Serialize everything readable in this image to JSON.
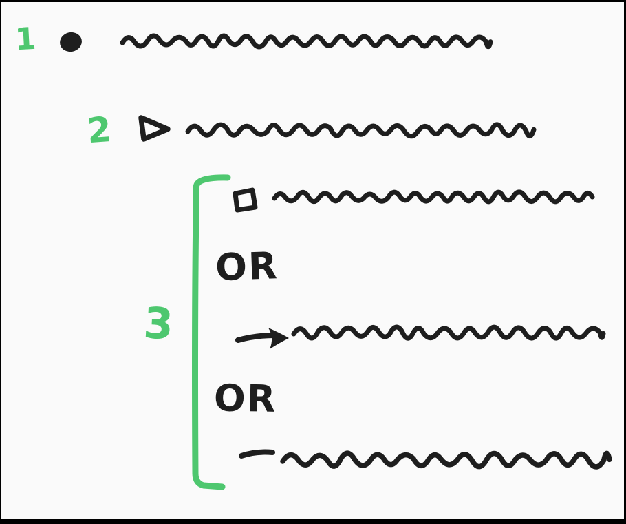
{
  "sketch": {
    "background_color": "#fafafa",
    "ink_color": "#1e1e1e",
    "accent_green": "#4ec76f",
    "frame_color": "#000000",
    "items": [
      {
        "number": "1",
        "marker_icon": "bullet-dot-icon",
        "content": "scribble-text-line"
      },
      {
        "number": "2",
        "marker_icon": "triangle-play-icon",
        "content": "scribble-text-line"
      },
      {
        "number": "3",
        "group_shape": "green-bracket",
        "separator_labels": [
          "OR",
          "OR"
        ],
        "options": [
          {
            "marker_icon": "square-icon",
            "content": "scribble-text-line"
          },
          {
            "marker_icon": "arrow-right-icon",
            "content": "scribble-text-line"
          },
          {
            "marker_icon": "dash-icon",
            "content": "scribble-text-line"
          }
        ]
      }
    ]
  }
}
